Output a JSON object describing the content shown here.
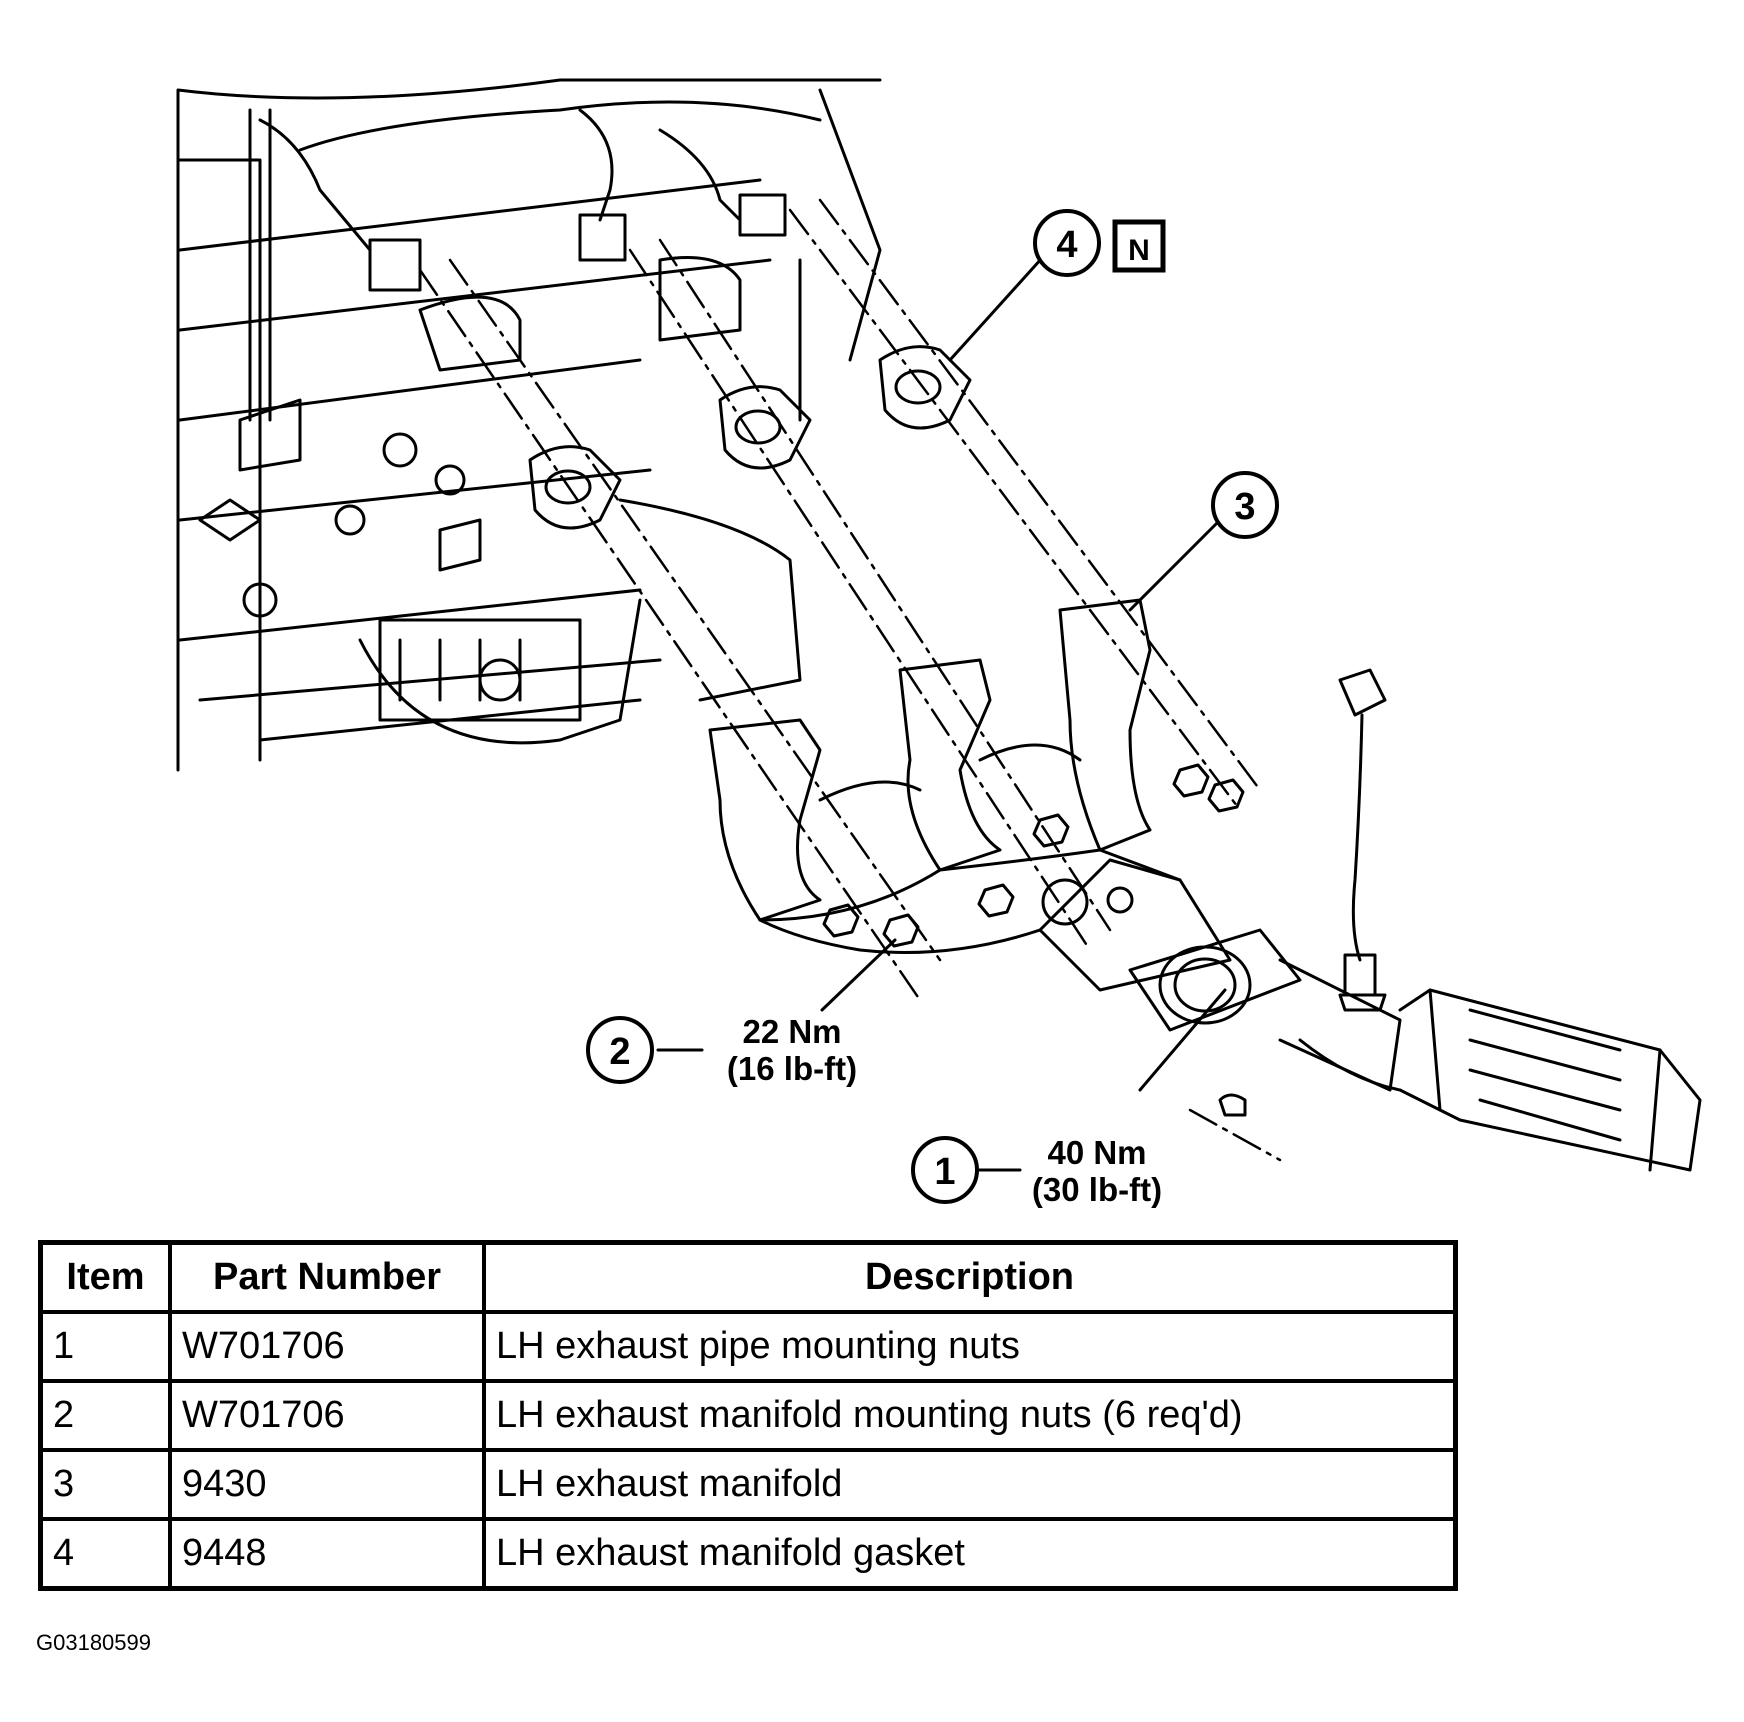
{
  "diagram": {
    "callouts": [
      {
        "id": "1",
        "torque_metric": "40 Nm",
        "torque_imperial": "(30 lb-ft)"
      },
      {
        "id": "2",
        "torque_metric": "22 Nm",
        "torque_imperial": "(16 lb-ft)"
      },
      {
        "id": "3"
      },
      {
        "id": "4",
        "badge": "N"
      }
    ]
  },
  "table": {
    "headers": {
      "item": "Item",
      "part_number": "Part Number",
      "description": "Description"
    },
    "rows": [
      {
        "item": "1",
        "part_number": "W701706",
        "description": "LH exhaust pipe mounting nuts"
      },
      {
        "item": "2",
        "part_number": "W701706",
        "description": "LH exhaust manifold mounting nuts (6 req'd)"
      },
      {
        "item": "3",
        "part_number": "9430",
        "description": "LH exhaust manifold"
      },
      {
        "item": "4",
        "part_number": "9448",
        "description": "LH exhaust manifold gasket"
      }
    ]
  },
  "figure_id": "G03180599"
}
